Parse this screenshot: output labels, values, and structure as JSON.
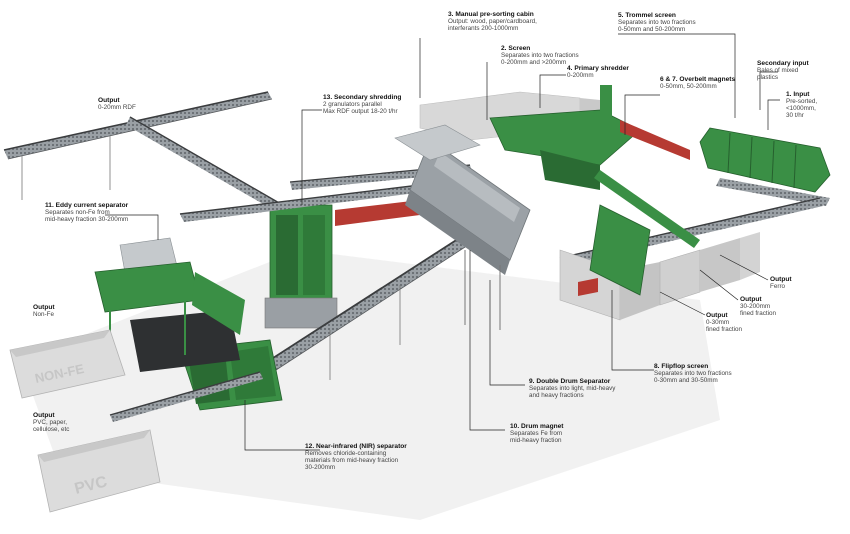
{
  "callouts": {
    "c1": {
      "title": "1. Input",
      "lines": [
        "Pre-sorted,",
        "<1000mm,",
        "30 t/hr"
      ]
    },
    "c2": {
      "title": "2. Screen",
      "lines": [
        "Separates into two fractions",
        "0-200mm and >200mm"
      ]
    },
    "c3": {
      "title": "3. Manual pre-sorting cabin",
      "lines": [
        "Output: wood, paper/cardboard,",
        "interferants 200-1000mm"
      ]
    },
    "c4": {
      "title": "4. Primary shredder",
      "lines": [
        "0-200mm"
      ]
    },
    "c5": {
      "title": "5. Trommel screen",
      "lines": [
        "Separates into two fractions",
        "0-50mm and 50-200mm"
      ]
    },
    "c67": {
      "title": "6 & 7. Overbelt magnets",
      "lines": [
        "0-50mm, 50-200mm"
      ]
    },
    "c8": {
      "title": "8. Flipflop screen",
      "lines": [
        "Separates into two fractions",
        "0-30mm and 30-50mm"
      ]
    },
    "c9": {
      "title": "9. Double Drum Separator",
      "lines": [
        "Separates into light, mid-heavy",
        "and heavy fractions"
      ]
    },
    "c10": {
      "title": "10. Drum magnet",
      "lines": [
        "Separates Fe from",
        "mid-heavy fraction"
      ]
    },
    "c11": {
      "title": "11. Eddy current separator",
      "lines": [
        "Separates non-Fe from",
        "mid-heavy fraction 30-200mm"
      ]
    },
    "c12": {
      "title": "12. Near-infrared (NIR) separator",
      "lines": [
        "Removes chloride-containing",
        "materials from mid-heavy fraction",
        "30-200mm"
      ]
    },
    "c13": {
      "title": "13. Secondary shredding",
      "lines": [
        "2 granulators parallel",
        "Max RDF output 18-20 t/hr"
      ]
    },
    "csec": {
      "title": "Secondary input",
      "lines": [
        "Bales of  mixed",
        "plastics"
      ]
    },
    "o_rdf": {
      "title": "Output",
      "lines": [
        "0-20mm RDF"
      ]
    },
    "o_nonfe": {
      "title": "Output",
      "lines": [
        "Non-Fe"
      ]
    },
    "o_pvc": {
      "title": "Output",
      "lines": [
        "PVC, paper,",
        "cellulose, etc"
      ]
    },
    "o_ferro": {
      "title": "Output",
      "lines": [
        "Ferro"
      ]
    },
    "o_fine2": {
      "title": "Output",
      "lines": [
        "30-200mm",
        "fined fraction"
      ]
    },
    "o_fine1": {
      "title": "Output",
      "lines": [
        "0-30mm",
        "fined fraction"
      ]
    }
  },
  "bins": {
    "nonfe": "NON-FE",
    "pvc": "PVC"
  },
  "colors": {
    "machine_green": "#3a8f45",
    "machine_dark": "#2a6b33",
    "steel": "#8e9499",
    "belt": "#2d2f31",
    "bin": "#dcdcdc",
    "leader": "#222222"
  }
}
